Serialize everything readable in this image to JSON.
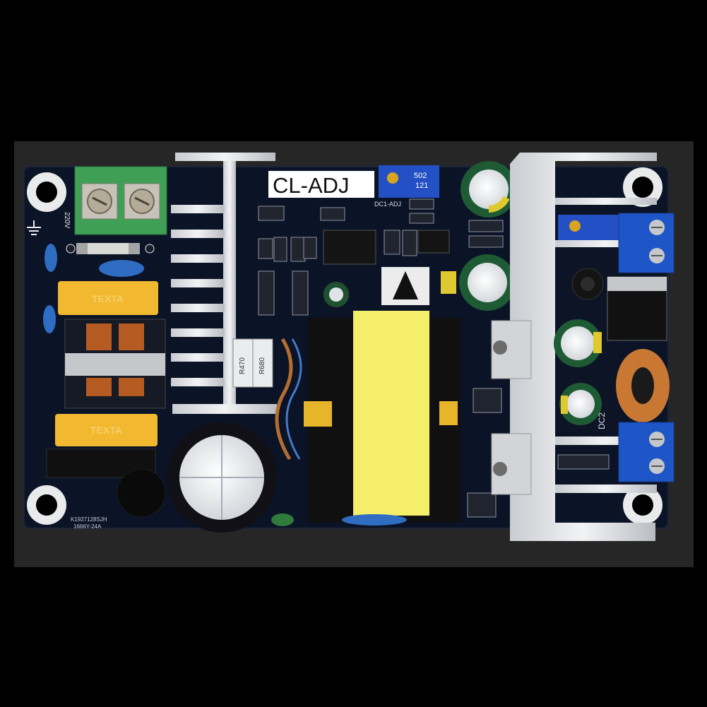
{
  "board": {
    "model_label": "CL-ADJ",
    "voltage_label": "220V",
    "pot_label_1": "DC1-ADJ",
    "pot_label_2": "DC2",
    "pot_marking": "502",
    "pot_marking_2": "121",
    "resistor_left": "R470",
    "resistor_right": "R680",
    "serial_line_1": "K1927128SJH",
    "serial_line_2": "1666Y-24A",
    "x_cap_brand": "TEXTA"
  },
  "colors": {
    "pcb": "#0b1326",
    "heatsink": "#d9dce0",
    "terminal_green": "#3f9f55",
    "terminal_blue": "#1e56c8",
    "transformer_yellow": "#f4ee6b",
    "x_capacitor": "#f2b830",
    "copper": "#c87833"
  }
}
